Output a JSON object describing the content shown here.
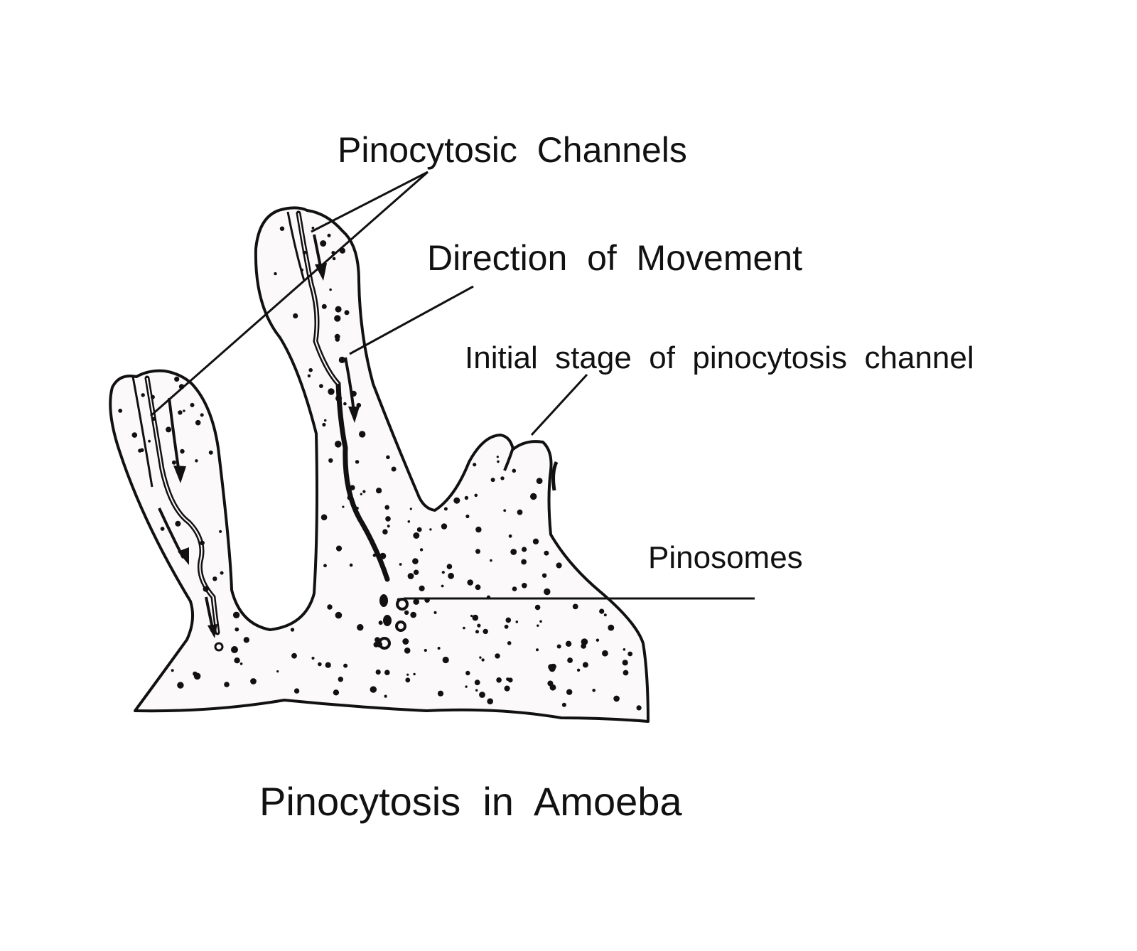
{
  "labels": {
    "pinocytosic_channels": "Pinocytosic  Channels",
    "direction_of_movement": "Direction  of  Movement",
    "initial_stage": "Initial  stage  of  pinocytosis  channel",
    "pinosomes": "Pinosomes",
    "caption": "Pinocytosis  in  Amoeba"
  },
  "colors": {
    "ink": "#111111",
    "cell_fill": "#fbf9fa",
    "background": "#ffffff"
  }
}
